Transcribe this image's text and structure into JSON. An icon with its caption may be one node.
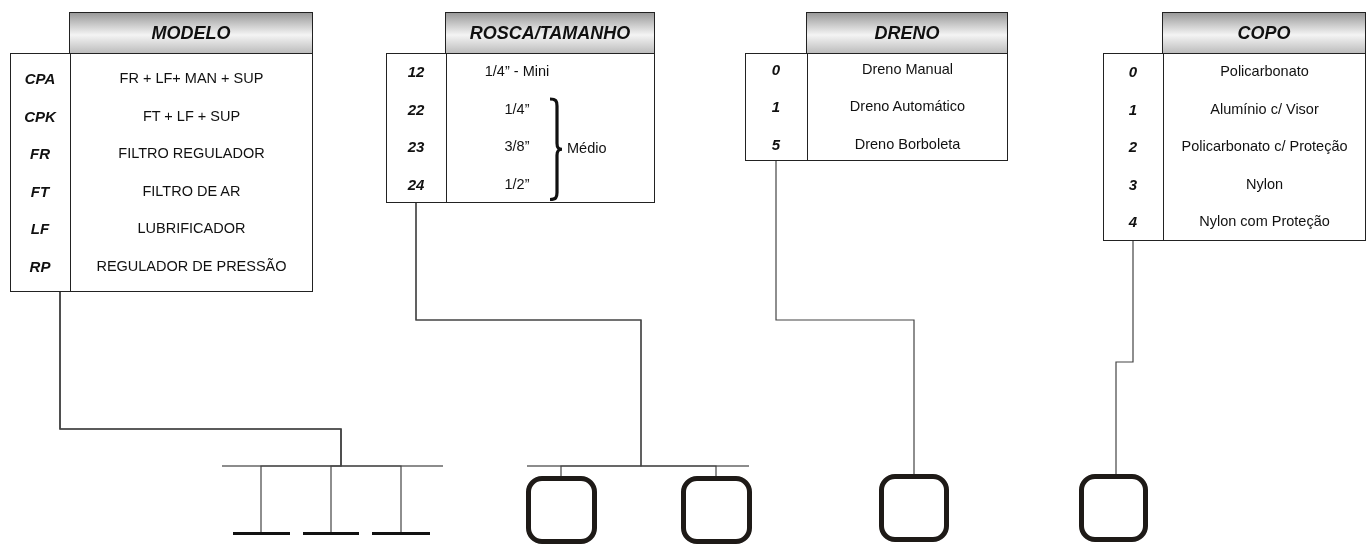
{
  "diagram": {
    "nodes": [
      {
        "text": [
          "MODELO",
          "CPA",
          "FR + LF+ MAN + SUP",
          "CPK",
          "FT + LF + SUP",
          "FR",
          "FILTRO REGULADOR",
          "FT",
          "FILTRO DE AR",
          "LF",
          "LUBRIFICADOR",
          "RP",
          "REGULADOR DE PRESSÃO"
        ]
      },
      {
        "text": [
          "ROSCA/TAMANHO",
          "12",
          "1/4” - Mini",
          "22",
          "1/4”",
          "23",
          "3/8”",
          "24",
          "1/2”",
          "Médio"
        ]
      },
      {
        "text": [
          "DRENO",
          "0",
          "Dreno Manual",
          "1",
          "Dreno Automático",
          "5",
          "Dreno Borboleta"
        ]
      },
      {
        "text": [
          "COPO",
          "0",
          "Policarbonato",
          "1",
          "Alumínio c/ Visor",
          "2",
          "Policarbonato c/ Proteção",
          "3",
          "Nylon",
          "4",
          "Nylon com Proteção"
        ]
      },
      {
        "text": [],
        "shape": "bar"
      },
      {
        "text": [],
        "shape": "bar"
      },
      {
        "text": [],
        "shape": "bar"
      },
      {
        "text": [],
        "shape": "box"
      },
      {
        "text": [],
        "shape": "box"
      },
      {
        "text": [],
        "shape": "box"
      },
      {
        "text": [],
        "shape": "box"
      }
    ],
    "edges": [
      {
        "from": 0,
        "to": 4,
        "arrow": "none"
      },
      {
        "from": 0,
        "to": 5,
        "arrow": "none"
      },
      {
        "from": 0,
        "to": 6,
        "arrow": "none"
      },
      {
        "from": 1,
        "to": 7,
        "arrow": "none"
      },
      {
        "from": 1,
        "to": 8,
        "arrow": "none"
      },
      {
        "from": 2,
        "to": 9,
        "arrow": "none"
      },
      {
        "from": 3,
        "to": 10,
        "arrow": "none"
      }
    ]
  }
}
